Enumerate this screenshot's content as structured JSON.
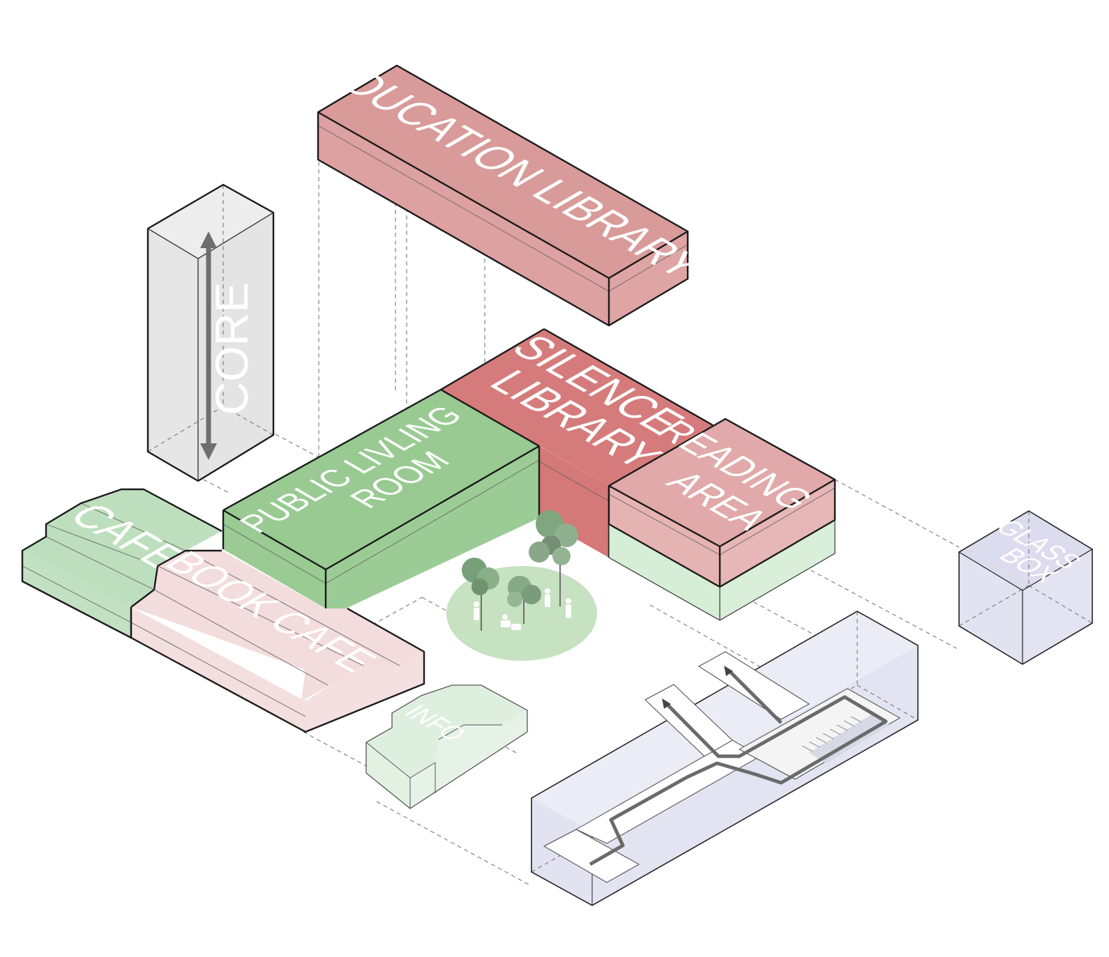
{
  "labels": {
    "education_library": "EDUCATION LIBRARY",
    "core": "CORE",
    "silence_library_1": "SILENCE",
    "silence_library_2": "LIBRARY",
    "public_living_room_1": "PUBLIC LIVLING",
    "public_living_room_2": "ROOM",
    "reading_area_1": "READING",
    "reading_area_2": "AREA",
    "cafe": "CAFE",
    "book_cafe": "BOOK CAFE",
    "info": "INFO",
    "glass_box_1": "GLASS",
    "glass_box_2": "BOX"
  },
  "colors": {
    "education_top": "#dd9e9e",
    "education_front": "#dd9e9e",
    "education_side": "#dd9e9e",
    "silence": "#d77e7e",
    "reading": "#e3b0b0",
    "reading_base": "#d4ecd4",
    "public_living_room": "#9bcb95",
    "cafe": "#bfdfbf",
    "book_cafe": "#f3dddd",
    "info": "#e3f1e3",
    "core": "#e6e6e6",
    "glass_box": "#e3e3f2",
    "underground": "#e3e3f2",
    "plaza": "#c7e3c2",
    "tree": "#7aa07a"
  }
}
